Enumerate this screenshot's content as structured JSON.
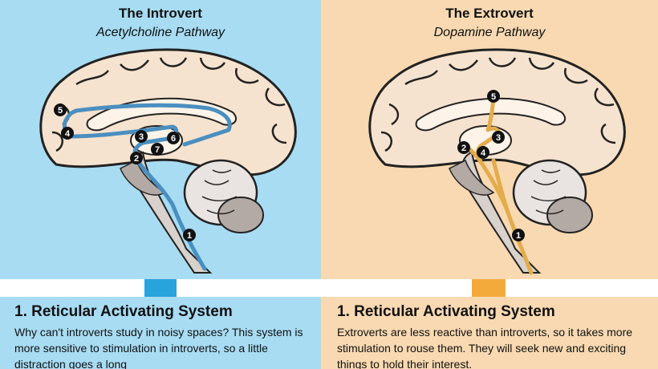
{
  "left_panel": {
    "title": "The Introvert",
    "subtitle": "Acetylcholine Pathway",
    "background": "#a7dcf3",
    "pathway_color": "#4a8fc0",
    "nodes": [
      "1",
      "2",
      "3",
      "4",
      "5",
      "6",
      "7"
    ]
  },
  "right_panel": {
    "title": "The Extrovert",
    "subtitle": "Dopamine Pathway",
    "background": "#f8d9b1",
    "pathway_color": "#e3ac4c",
    "nodes": [
      "1",
      "2",
      "3",
      "4",
      "5"
    ]
  },
  "tabs": {
    "left_color": "#29a3dc",
    "right_color": "#f4aa3a"
  },
  "left_text": {
    "heading": "1.  Reticular Activating System",
    "body": "Why can't introverts study in noisy spaces? This system is more sensitive to stimulation in introverts, so a little distraction goes a long"
  },
  "right_text": {
    "heading": "1.  Reticular Activating System",
    "body": "Extroverts are less reactive than introverts, so it takes more stimulation to rouse them. They will seek new and exciting things to hold their interest."
  }
}
